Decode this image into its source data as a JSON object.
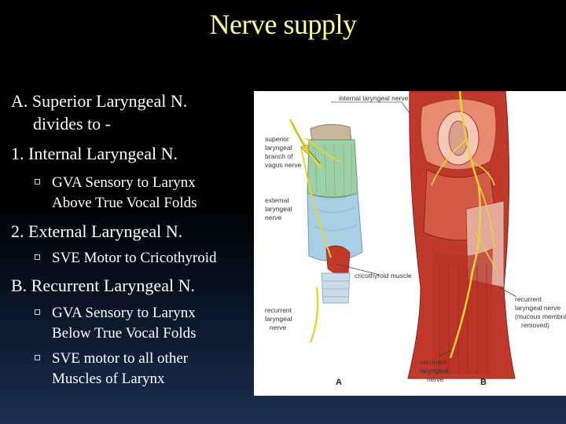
{
  "slide": {
    "title": "Nerve supply",
    "lines": [
      "A. Superior Laryngeal N.",
      "divides to -",
      "1. Internal Laryngeal N.",
      "GVA Sensory to Larynx",
      "Above True Vocal Folds",
      "2. External Laryngeal N.",
      "SVE Motor to Cricothyroid",
      "B. Recurrent Laryngeal N.",
      "GVA Sensory to Larynx",
      "Below True Vocal Folds",
      "SVE motor to all other",
      "Muscles of Larynx"
    ]
  },
  "figure": {
    "labels": {
      "internal": "internal laryngeal nerve",
      "superior_1": "superior",
      "superior_2": "laryngeal",
      "superior_3": "branch of",
      "superior_4": "vagus nerve",
      "external_1": "external",
      "external_2": "laryngeal",
      "external_3": "nerve",
      "cricothyroid": "cricothyroid muscle",
      "recurrent_a_1": "recurrent",
      "recurrent_a_2": "laryngeal",
      "recurrent_a_3": "nerve",
      "recurrent_b1_1": "recurrent",
      "recurrent_b1_2": "laryngeal",
      "recurrent_b1_3": "nerve",
      "recurrent_b2_1": "recurrent",
      "recurrent_b2_2": "laryngeal nerve",
      "recurrent_b2_3": "(mucous membrane",
      "recurrent_b2_4": "removed)",
      "panel_a": "A",
      "panel_b": "B"
    }
  },
  "colors": {
    "title": "#ffff99",
    "text": "#ffffff",
    "nerve": "#e8d23a",
    "muscle": "#c0392b",
    "cartilage_green": "#9ccfa5",
    "cartilage_blue": "#a9cfe4"
  }
}
